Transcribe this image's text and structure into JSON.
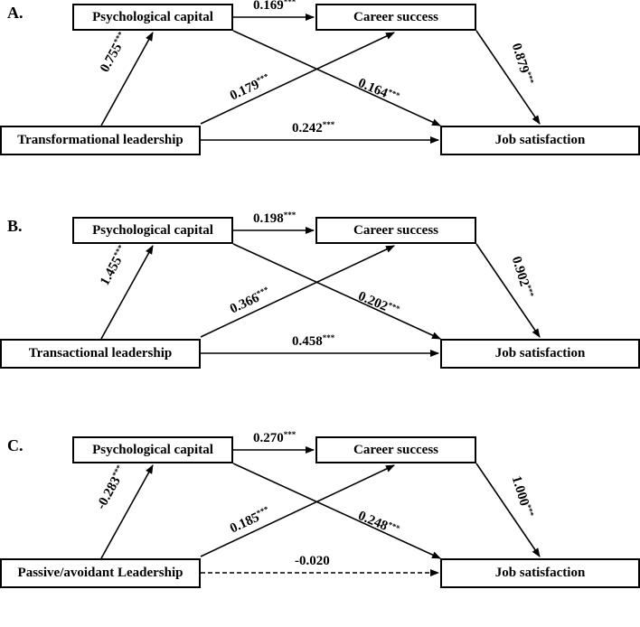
{
  "panels": [
    {
      "label": "A.",
      "psych": "Psychological capital",
      "career": "Career success",
      "leader": "Transformational leadership",
      "job": "Job satisfaction",
      "coef_psych_career": "0.169",
      "sig_psych_career": "***",
      "coef_leader_psych": "0.755",
      "sig_leader_psych": "***",
      "coef_leader_career": "0.179",
      "sig_leader_career": "***",
      "coef_psych_job": "0.164",
      "sig_psych_job": "***",
      "coef_career_job": "0.879",
      "sig_career_job": "***",
      "coef_leader_job": "0.242",
      "sig_leader_job": "***",
      "leader_job_dashed": false
    },
    {
      "label": "B.",
      "psych": "Psychological capital",
      "career": "Career success",
      "leader": "Transactional leadership",
      "job": "Job satisfaction",
      "coef_psych_career": "0.198",
      "sig_psych_career": "***",
      "coef_leader_psych": "1.455",
      "sig_leader_psych": "***",
      "coef_leader_career": "0.366",
      "sig_leader_career": "***",
      "coef_psych_job": "0.202",
      "sig_psych_job": "***",
      "coef_career_job": "0.902",
      "sig_career_job": "***",
      "coef_leader_job": "0.458",
      "sig_leader_job": "***",
      "leader_job_dashed": false
    },
    {
      "label": "C.",
      "psych": "Psychological capital",
      "career": "Career success",
      "leader": "Passive/avoidant Leadership",
      "job": "Job satisfaction",
      "coef_psych_career": "0.270",
      "sig_psych_career": "***",
      "coef_leader_psych": "-0.283",
      "sig_leader_psych": "***",
      "coef_leader_career": "0.185",
      "sig_leader_career": "***",
      "coef_psych_job": "0.248",
      "sig_psych_job": "***",
      "coef_career_job": "1.000",
      "sig_career_job": "***",
      "coef_leader_job": "-0.020",
      "sig_leader_job": "",
      "leader_job_dashed": true
    }
  ]
}
